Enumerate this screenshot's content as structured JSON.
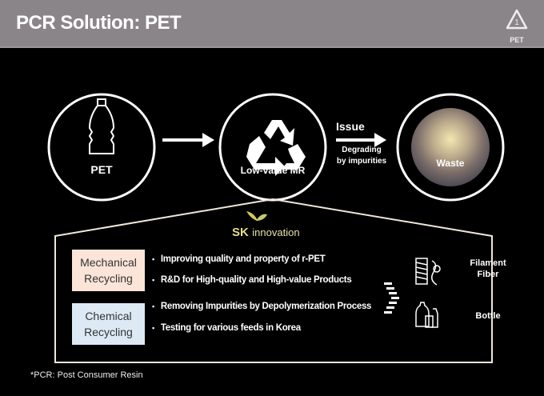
{
  "header": {
    "title": "PCR Solution: PET",
    "logo_label": "PET",
    "logo_number": "1"
  },
  "flow": {
    "step1": "PET",
    "step2": "Low-value MR",
    "issue_title": "Issue",
    "issue_detail_1": "Degrading",
    "issue_detail_2": "by impurities",
    "step3": "Waste"
  },
  "company": {
    "sk": "SK",
    "innovation": "innovation"
  },
  "mechanical": {
    "label_1": "Mechanical",
    "label_2": "Recycling",
    "bullets": [
      "Improving quality and property of r-PET",
      "R&D for High-quality and High-value Products"
    ]
  },
  "chemical": {
    "label_1": "Chemical",
    "label_2": "Recycling",
    "bullets": [
      "Removing Impurities by Depolymerization Process",
      "Testing for various feeds in Korea"
    ]
  },
  "products": {
    "fiber_1": "Filament",
    "fiber_2": "Fiber",
    "bottle": "Bottle"
  },
  "footnote": "*PCR: Post Consumer Resin",
  "colors": {
    "header": "#8a8589",
    "mechanical_bg": "#fbe4d8",
    "chemical_bg": "#dde9f5",
    "sk_gold": "#e8e0a0"
  }
}
